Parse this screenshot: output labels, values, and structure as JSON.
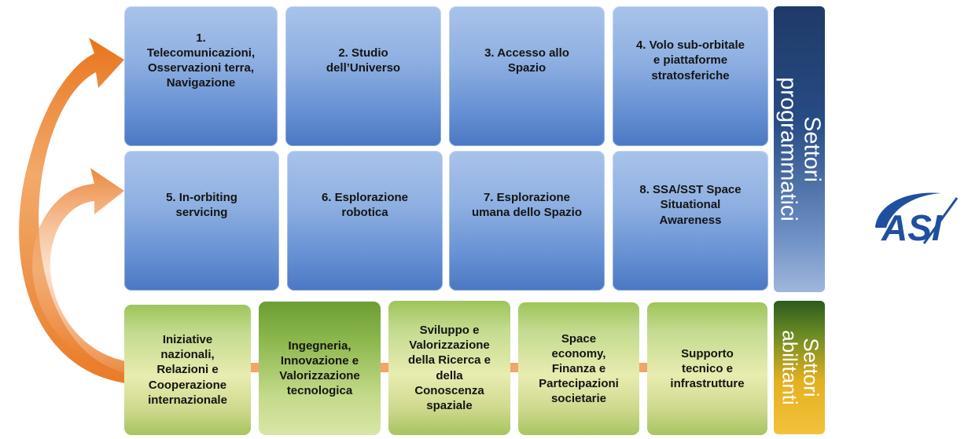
{
  "programmatic_sectors": [
    {
      "label": "1.\nTelecomunicazioni,\nOsservazioni terra,\nNavigazione"
    },
    {
      "label": "2. Studio\ndell’Universo"
    },
    {
      "label": "3. Accesso allo\nSpazio"
    },
    {
      "label": "4. Volo sub-orbitale\ne piattaforme\nstratosferiche"
    },
    {
      "label": "5. In-orbiting\nservicing"
    },
    {
      "label": "6. Esplorazione\nrobotica"
    },
    {
      "label": "7. Esplorazione\numana dello Spazio"
    },
    {
      "label": "8. SSA/SST Space\nSituational\nAwareness"
    }
  ],
  "enabling_sectors": [
    {
      "label": "Iniziative\nnazionali,\nRelazioni e\nCooperazione\ninternazionale"
    },
    {
      "label": "Ingegneria,\nInnovazione e\nValorizzazione\ntecnologica"
    },
    {
      "label": "Sviluppo e\nValorizzazione\ndella Ricerca e\ndella\nConoscenza\nspaziale"
    },
    {
      "label": "Space\neconomy,\nFinanza e\nPartecipazioni\nsocietarie"
    },
    {
      "label": "Supporto\ntecnico e\ninfrastrutture"
    }
  ],
  "side_labels": {
    "programmatic": "Settori\nprogrammatici",
    "enabling": "Settori\nabilitanti"
  },
  "logo": {
    "text": "ASI",
    "color": "#1f4fa0"
  },
  "colors": {
    "arrow": "#e8741c",
    "programmatic_box": "#8fb0e2",
    "enabling_box": "#d6e39c"
  }
}
